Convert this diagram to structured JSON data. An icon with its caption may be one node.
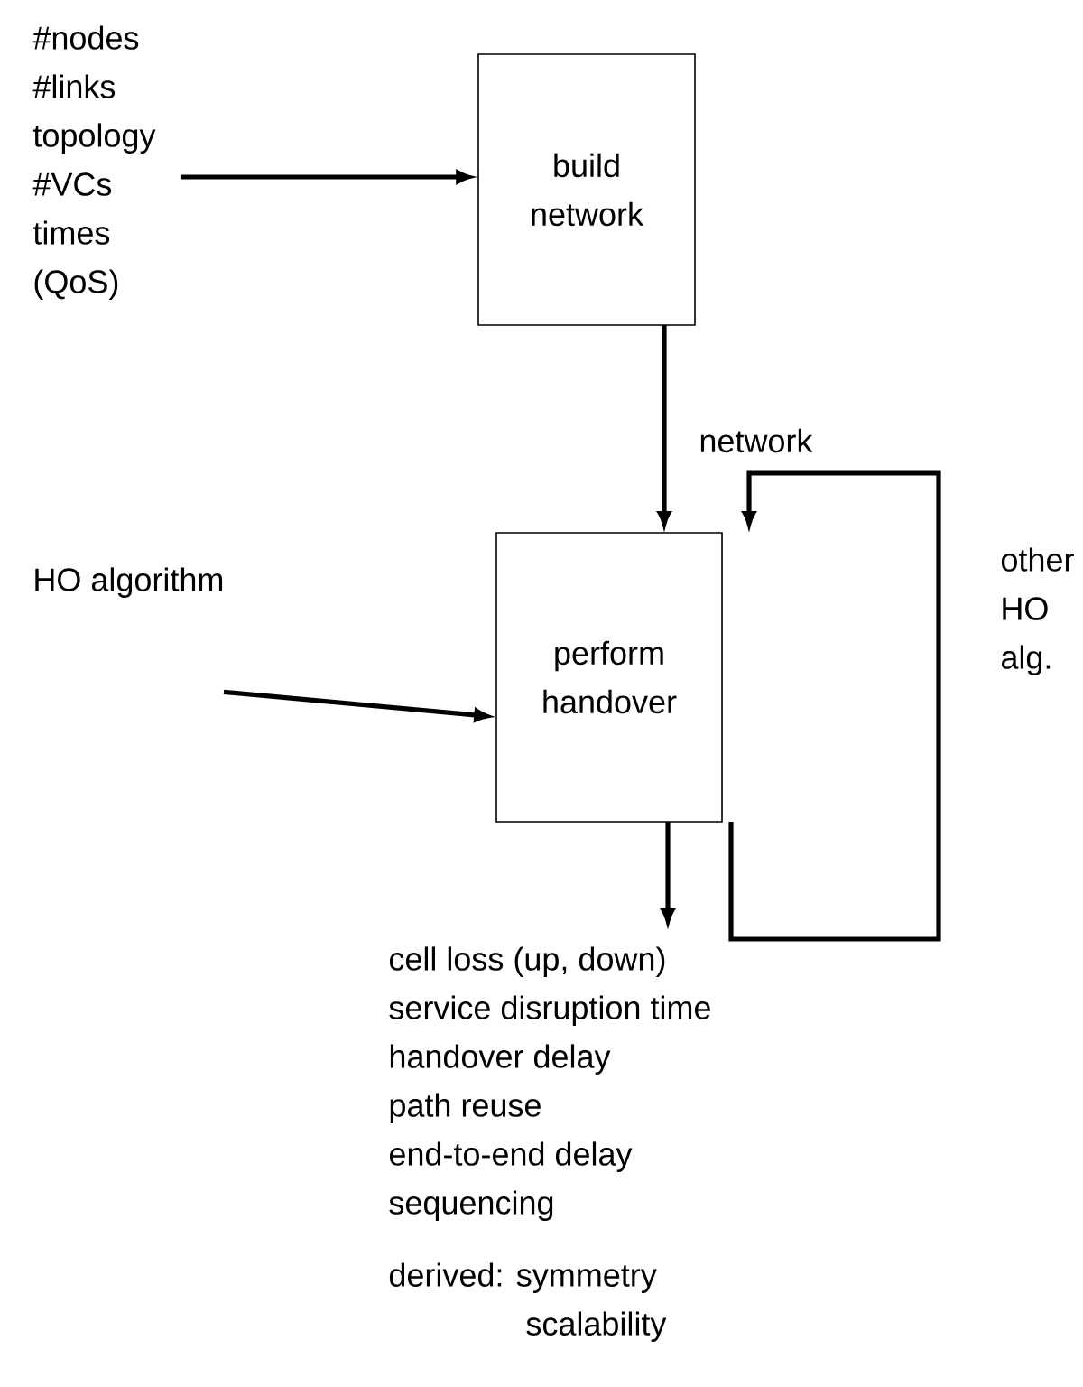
{
  "diagram": {
    "nodes": [
      {
        "text": [
          "#nodes",
          "#links",
          "topology",
          "#VCs",
          "times",
          "(QoS)"
        ]
      },
      {
        "text": [
          "build network"
        ]
      },
      {
        "text": [
          "perform handover"
        ]
      },
      {
        "text": [
          "HO algorithm"
        ]
      },
      {
        "text": [
          "cell loss (up, down)",
          "service disruption time",
          "handover delay",
          "path reuse",
          "end-to-end delay",
          "sequencing",
          "derived: symmetry scalability"
        ]
      }
    ],
    "edges": [
      {
        "from": 0,
        "to": 1,
        "arrow": "to"
      },
      {
        "from": 1,
        "to": 2,
        "arrow": "to",
        "label": "network"
      },
      {
        "from": 3,
        "to": 2,
        "arrow": "to"
      },
      {
        "from": 2,
        "to": 4,
        "arrow": "to"
      },
      {
        "from": 2,
        "to": 2,
        "arrow": "to",
        "label": "other HO alg."
      }
    ]
  }
}
